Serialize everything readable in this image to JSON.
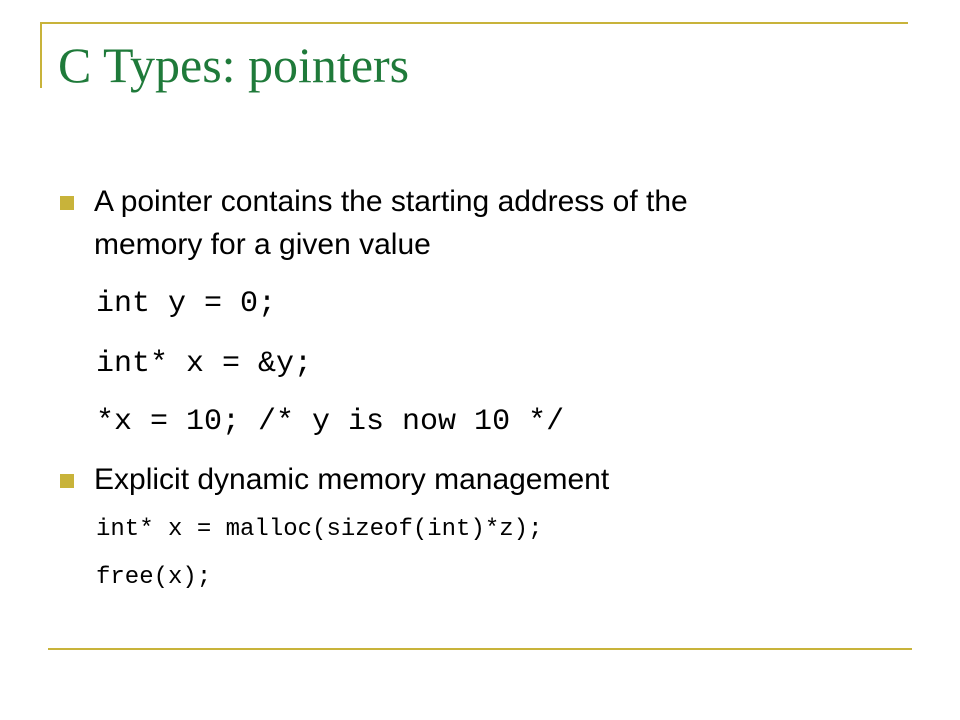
{
  "slide": {
    "title": "C Types: pointers",
    "accent_color": "#c8b33a",
    "title_color": "#1f7a3a",
    "bullets": [
      {
        "lines": [
          "A pointer contains the starting address of the",
          "memory for a given value"
        ]
      },
      {
        "lines": [
          "Explicit dynamic memory management"
        ]
      }
    ],
    "code_block_1": [
      "int y = 0;",
      "int* x = &y;",
      "*x = 10; /* y is now 10 */"
    ],
    "code_block_2": [
      "int* x = malloc(sizeof(int)*z);",
      "free(x);"
    ]
  }
}
